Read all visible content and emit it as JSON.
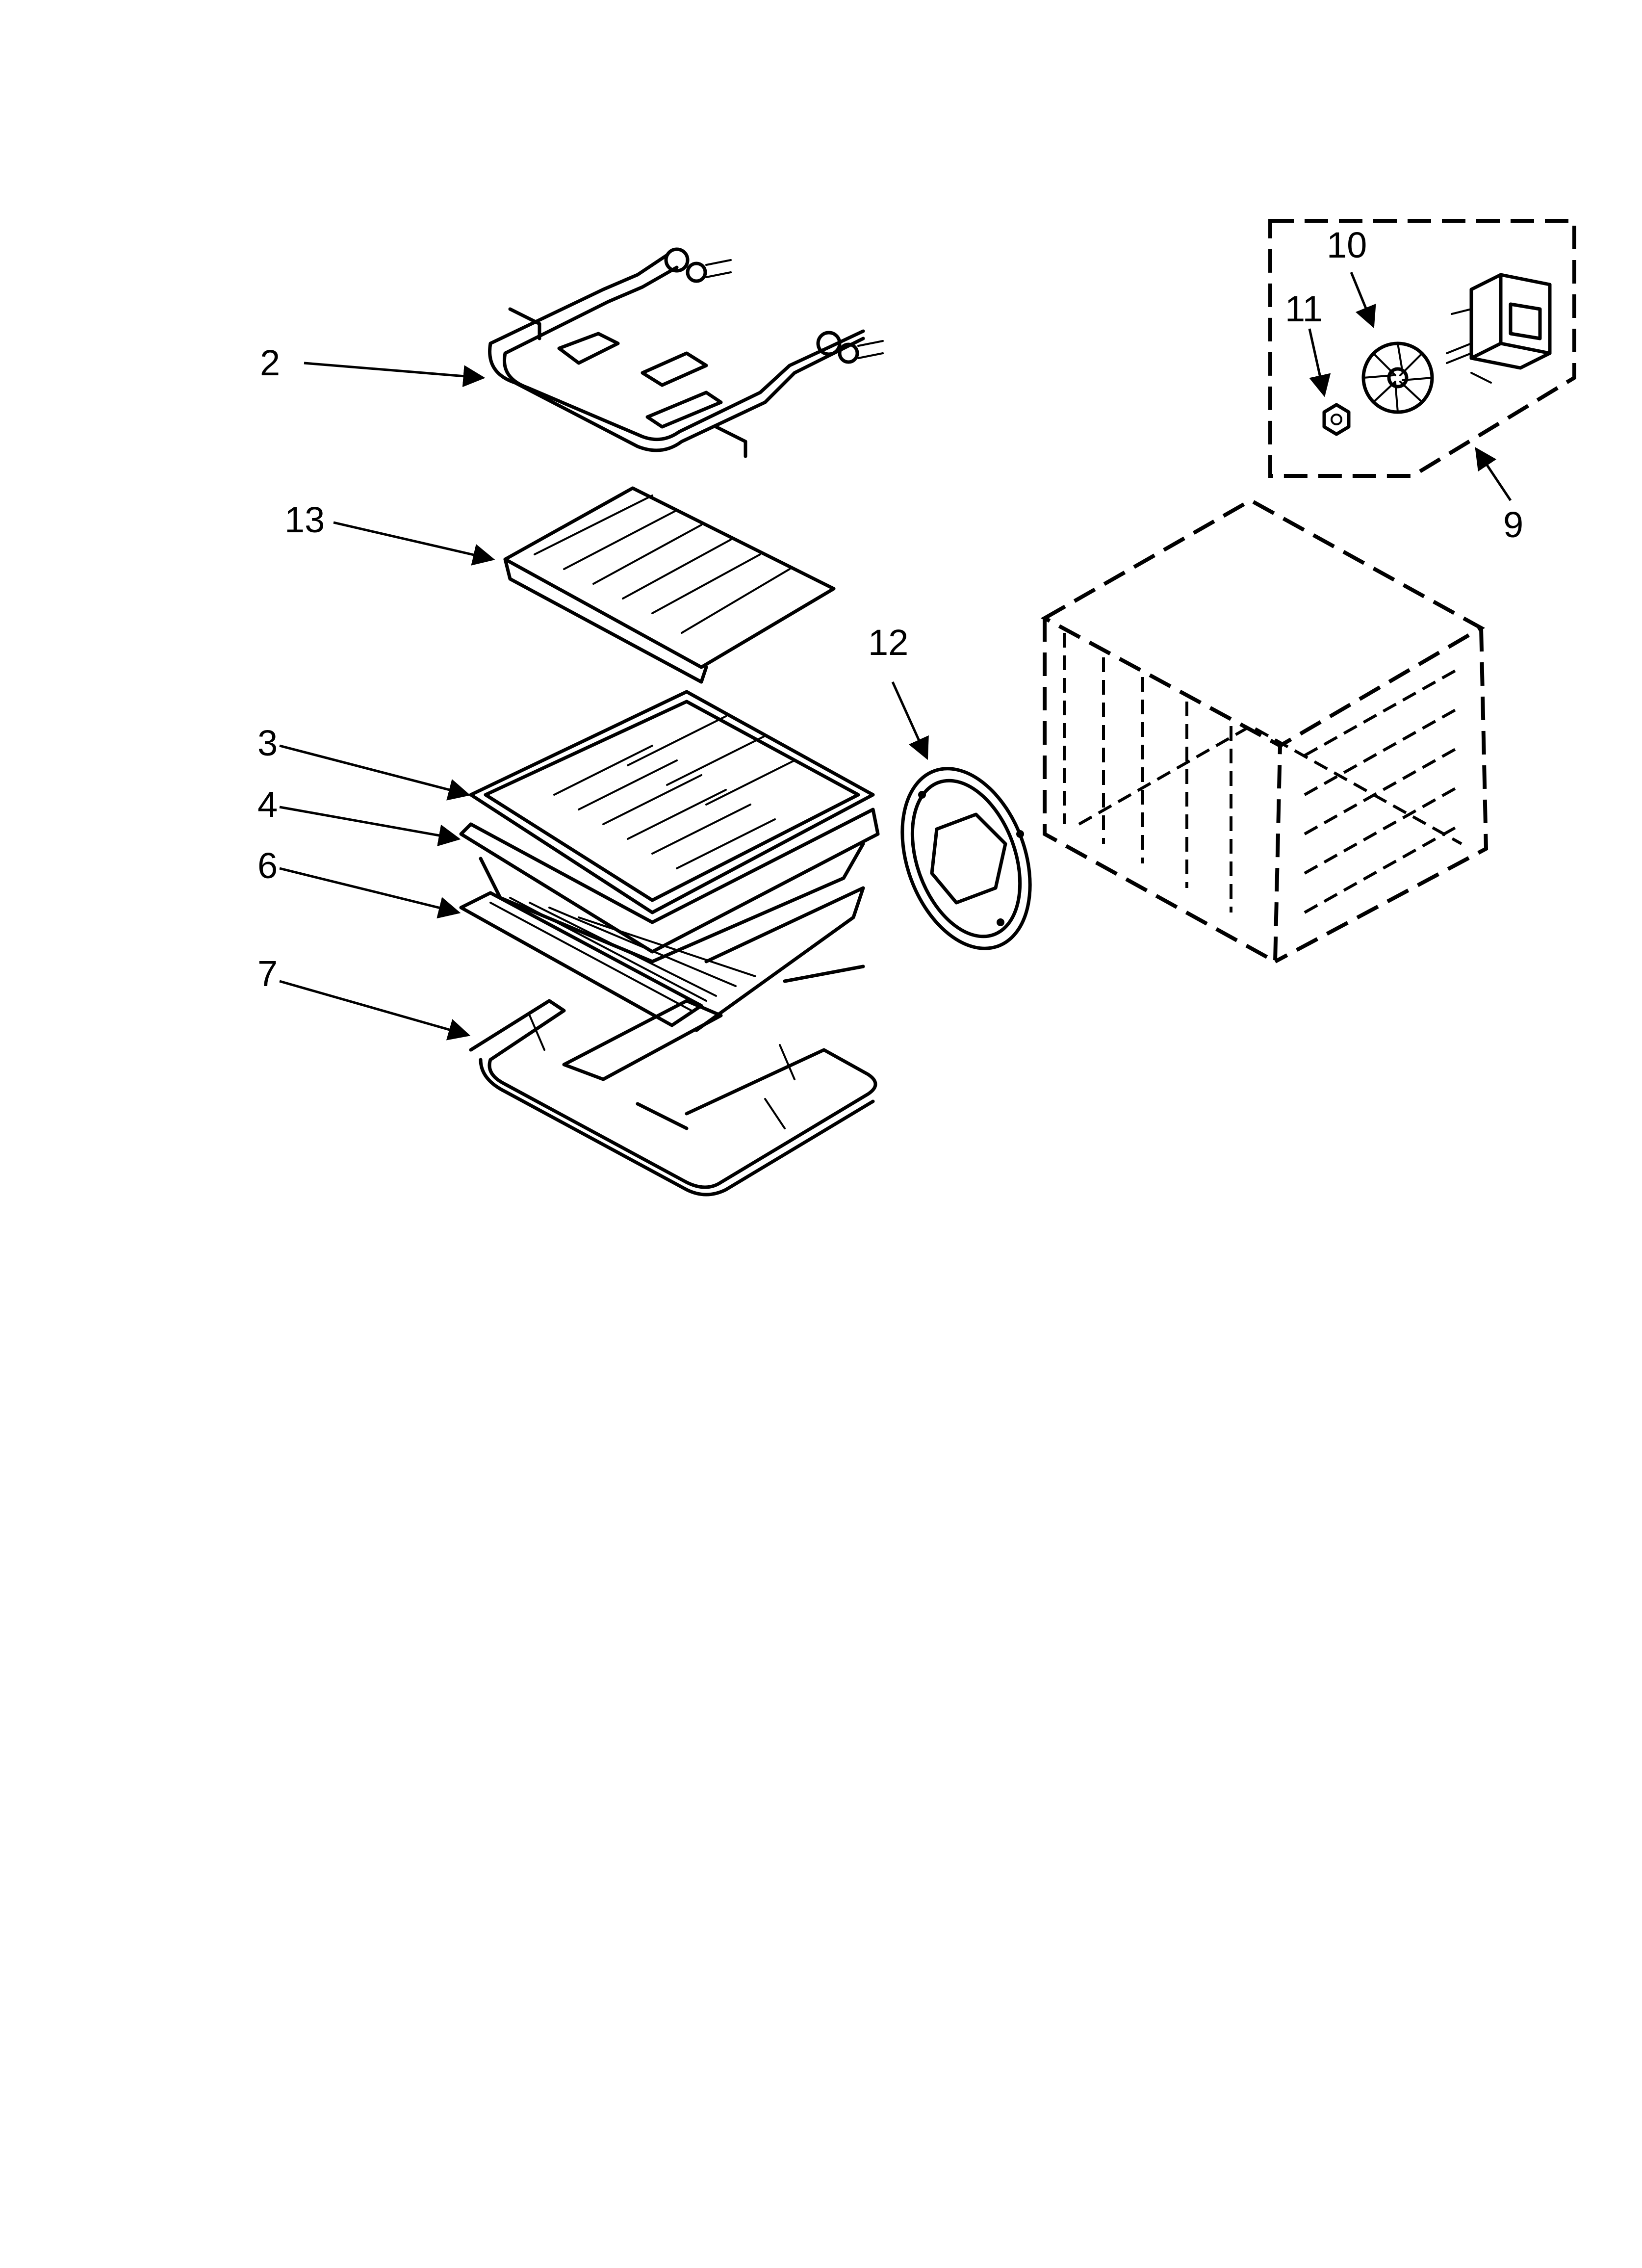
{
  "callouts": [
    {
      "id": "heating-element-top",
      "label": "2"
    },
    {
      "id": "broiler-shield",
      "label": "13"
    },
    {
      "id": "broiler-grid",
      "label": "3"
    },
    {
      "id": "broiler-pan",
      "label": "4"
    },
    {
      "id": "oven-rack",
      "label": "6"
    },
    {
      "id": "bake-element",
      "label": "7"
    },
    {
      "id": "fan-cover",
      "label": "12"
    },
    {
      "id": "fan-blade",
      "label": "10"
    },
    {
      "id": "nut",
      "label": "11"
    },
    {
      "id": "convection-motor-kit",
      "label": "9"
    }
  ]
}
